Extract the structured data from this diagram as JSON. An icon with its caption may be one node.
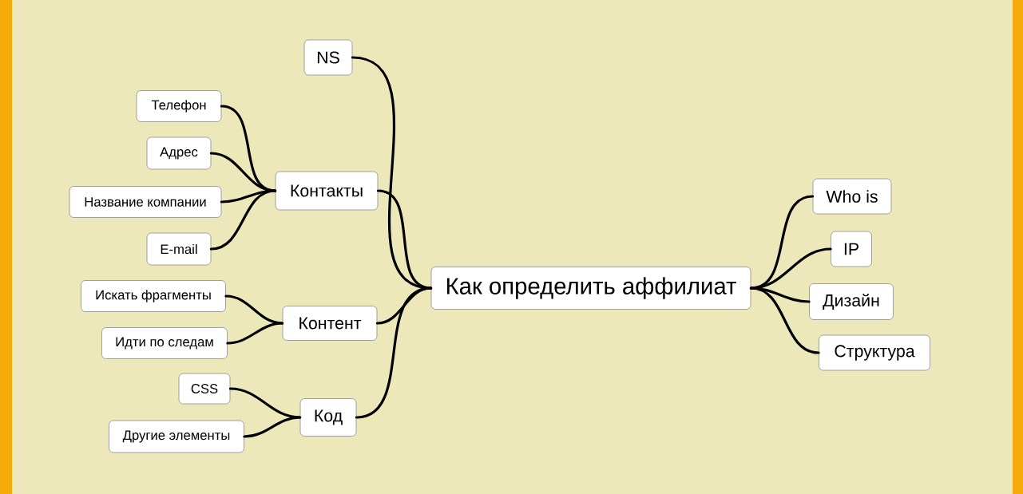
{
  "diagram": {
    "nodes": [
      {
        "text": [
          "Как определить аффилиат"
        ]
      },
      {
        "text": [
          "NS"
        ]
      },
      {
        "text": [
          "Контакты"
        ]
      },
      {
        "text": [
          "Телефон"
        ]
      },
      {
        "text": [
          "Адрес"
        ]
      },
      {
        "text": [
          "Название компании"
        ]
      },
      {
        "text": [
          "E-mail"
        ]
      },
      {
        "text": [
          "Контент"
        ]
      },
      {
        "text": [
          "Искать фрагменты"
        ]
      },
      {
        "text": [
          "Идти по следам"
        ]
      },
      {
        "text": [
          "Код"
        ]
      },
      {
        "text": [
          "CSS"
        ]
      },
      {
        "text": [
          "Другие элементы"
        ]
      },
      {
        "text": [
          "Who is"
        ]
      },
      {
        "text": [
          "IP"
        ]
      },
      {
        "text": [
          "Дизайн"
        ]
      },
      {
        "text": [
          "Структура"
        ]
      }
    ],
    "edges": [
      {
        "from": 0,
        "to": 1,
        "arrow": "none"
      },
      {
        "from": 0,
        "to": 2,
        "arrow": "none"
      },
      {
        "from": 2,
        "to": 3,
        "arrow": "none"
      },
      {
        "from": 2,
        "to": 4,
        "arrow": "none"
      },
      {
        "from": 2,
        "to": 5,
        "arrow": "none"
      },
      {
        "from": 2,
        "to": 6,
        "arrow": "none"
      },
      {
        "from": 0,
        "to": 7,
        "arrow": "none"
      },
      {
        "from": 7,
        "to": 8,
        "arrow": "none"
      },
      {
        "from": 7,
        "to": 9,
        "arrow": "none"
      },
      {
        "from": 0,
        "to": 10,
        "arrow": "none"
      },
      {
        "from": 10,
        "to": 11,
        "arrow": "none"
      },
      {
        "from": 10,
        "to": 12,
        "arrow": "none"
      },
      {
        "from": 0,
        "to": 13,
        "arrow": "none"
      },
      {
        "from": 0,
        "to": 14,
        "arrow": "none"
      },
      {
        "from": 0,
        "to": 15,
        "arrow": "none"
      },
      {
        "from": 0,
        "to": 16,
        "arrow": "none"
      }
    ]
  }
}
